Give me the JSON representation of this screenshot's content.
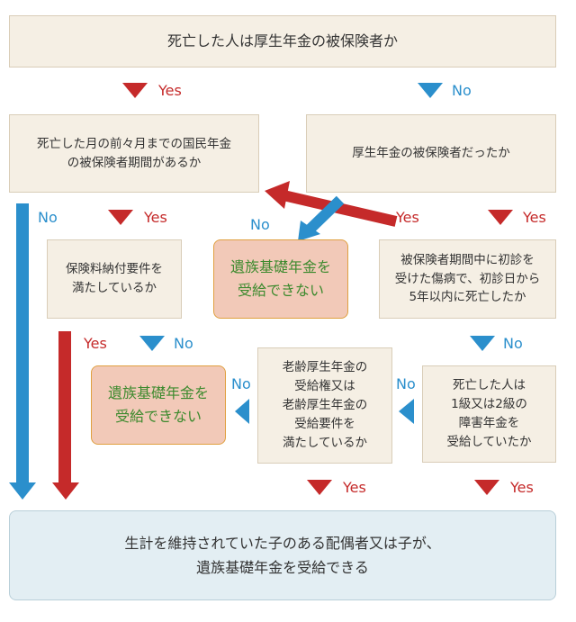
{
  "colors": {
    "yes": "#c52a2a",
    "no": "#2b8fcc",
    "box": "#f5efe4",
    "result": "#f2c9b8",
    "final": "#e3eef3",
    "result_text": "#3d8a2e"
  },
  "q1": [
    "死亡した人は厚生年金の被保険者か"
  ],
  "q2": [
    "死亡した月の前々月までの国民年金",
    "の被保険者期間があるか"
  ],
  "q3": [
    "厚生年金の被保険者だったか"
  ],
  "q4": [
    "保険料納付要件を",
    "満たしているか"
  ],
  "r1": [
    "遺族基礎年金を",
    "受給できない"
  ],
  "q5": [
    "被保険者期間中に初診を",
    "受けた傷病で、初診日から",
    "5年以内に死亡したか"
  ],
  "r2": [
    "遺族基礎年金を",
    "受給できない"
  ],
  "q6": [
    "老齢厚生年金の",
    "受給権又は",
    "老齢厚生年金の",
    "受給要件を",
    "満たしているか"
  ],
  "q7": [
    "死亡した人は",
    "1級又は2級の",
    "障害年金を",
    "受給していたか"
  ],
  "final": [
    "生計を維持されていた子のある配偶者又は子が、",
    "遺族基礎年金を受給できる"
  ],
  "labels": {
    "yes": "Yes",
    "no": "No"
  }
}
